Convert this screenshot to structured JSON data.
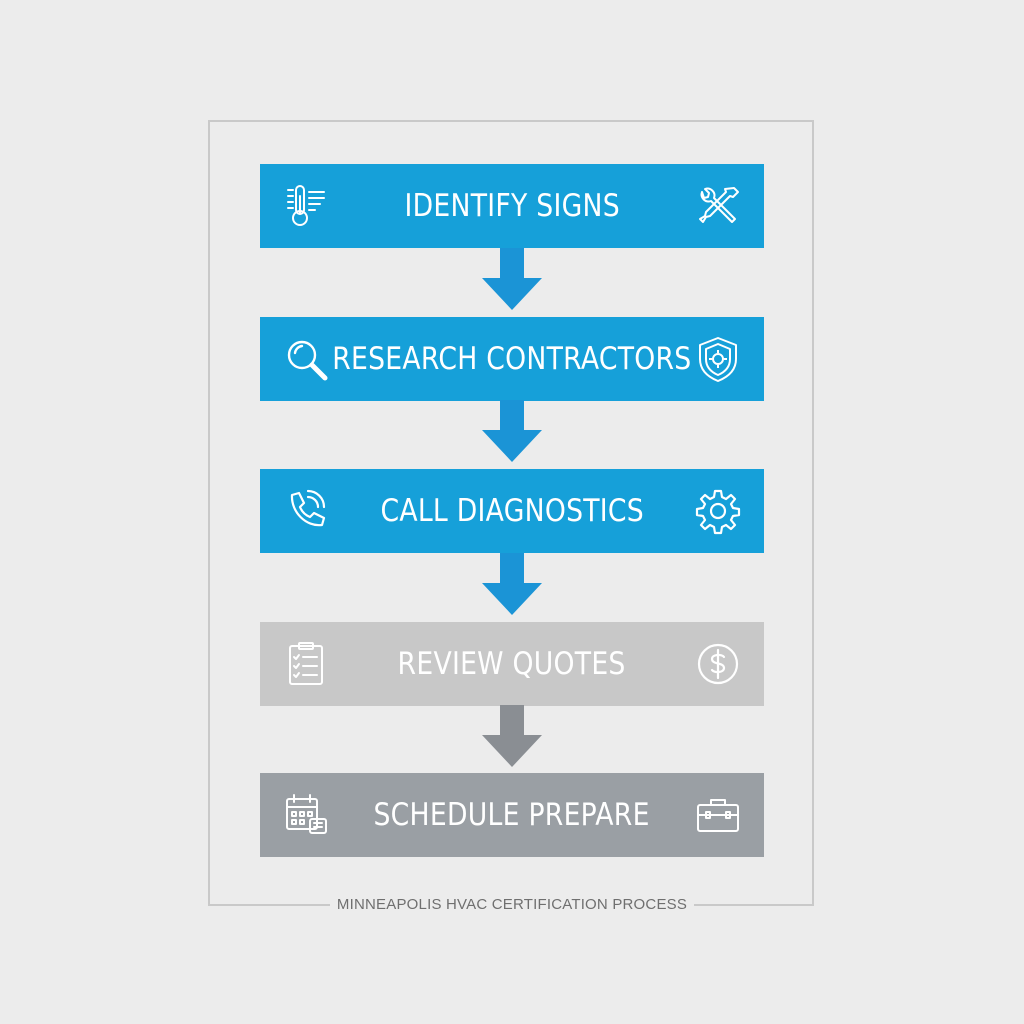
{
  "caption": "MINNEAPOLIS HVAC CERTIFICATION PROCESS",
  "colors": {
    "active_step": "#16a0d9",
    "active_arrow": "#1b94d6",
    "inactive_step_light": "#c8c8c8",
    "inactive_step_dark": "#9a9fa4",
    "inactive_arrow": "#8a8e93",
    "frame_border": "#c9c9c9",
    "background": "#ececec"
  },
  "steps": [
    {
      "label": "IDENTIFY SIGNS",
      "status": "active",
      "left_icon": "thermometer-icon",
      "right_icon": "wrench-screwdriver-icon"
    },
    {
      "label": "RESEARCH CONTRACTORS",
      "status": "active",
      "left_icon": "magnifier-icon",
      "right_icon": "shield-icon"
    },
    {
      "label": "CALL DIAGNOSTICS",
      "status": "active",
      "left_icon": "phone-icon",
      "right_icon": "gear-icon"
    },
    {
      "label": "REVIEW QUOTES",
      "status": "inactive",
      "left_icon": "clipboard-checklist-icon",
      "right_icon": "dollar-coin-icon"
    },
    {
      "label": "SCHEDULE PREPARE",
      "status": "inactive",
      "left_icon": "calendar-icon",
      "right_icon": "toolbox-icon"
    }
  ]
}
